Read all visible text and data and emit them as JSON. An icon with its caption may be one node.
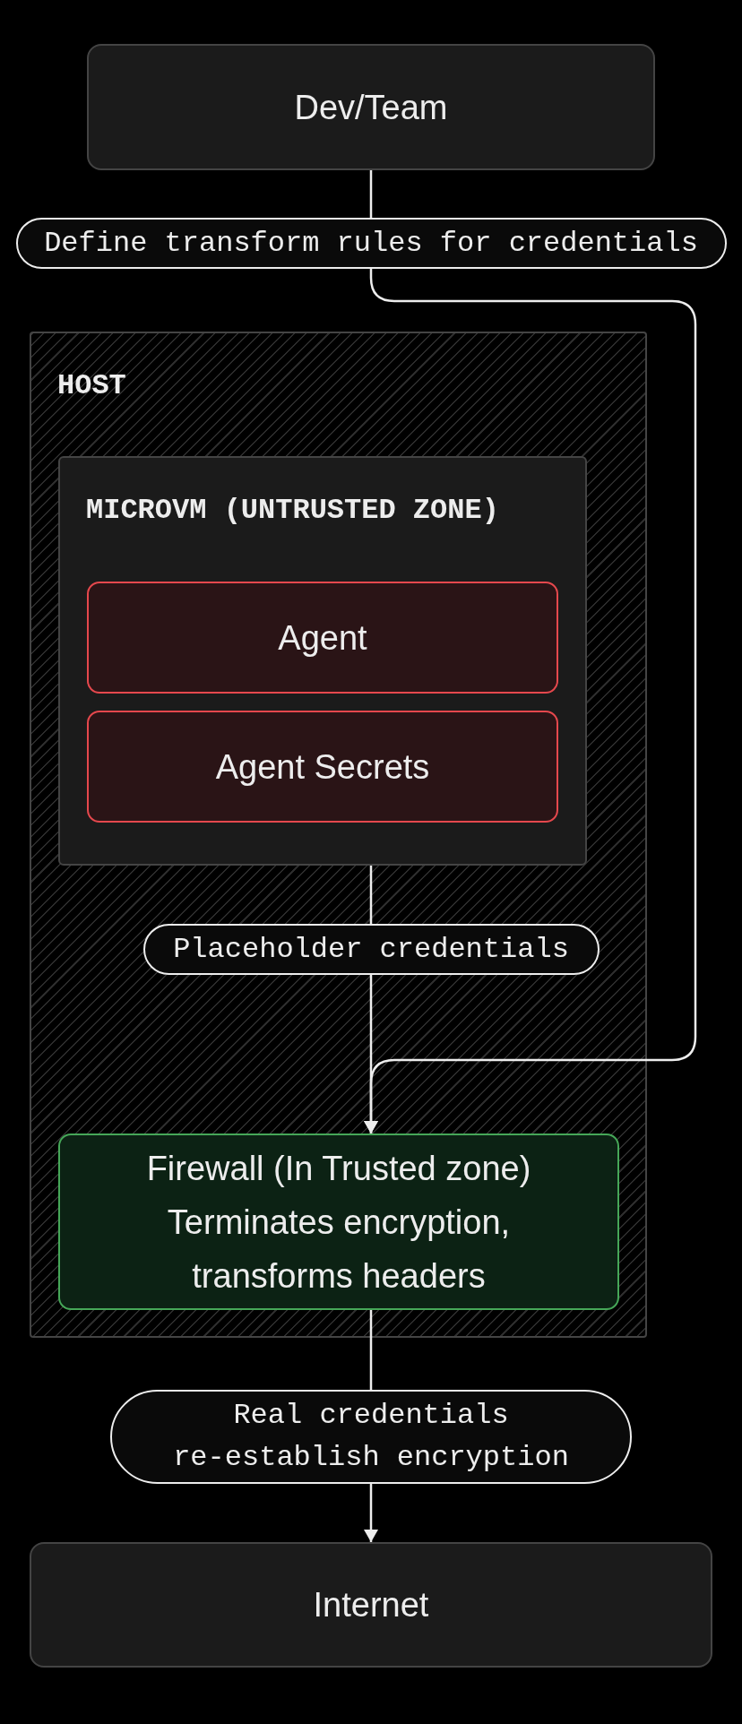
{
  "diagram": {
    "nodes": [
      {
        "text": [
          "Dev/Team"
        ]
      },
      {
        "text": [
          "HOST"
        ]
      },
      {
        "text": [
          "MICROVM (UNTRUSTED ZONE)"
        ],
        "in": 1
      },
      {
        "text": [
          "Agent"
        ],
        "in": 2
      },
      {
        "text": [
          "Agent Secrets"
        ],
        "in": 2
      },
      {
        "text": [
          "Firewall (In Trusted zone)",
          "Terminates encryption, transforms headers"
        ],
        "in": 1
      },
      {
        "text": [
          "Internet"
        ]
      }
    ],
    "edges": [
      {
        "from": 0,
        "to": 5,
        "arrow": "to",
        "label": "Define transform rules for credentials"
      },
      {
        "from": 2,
        "to": 5,
        "arrow": "to",
        "label": "Placeholder credentials"
      },
      {
        "from": 5,
        "to": 6,
        "arrow": "to",
        "label": "Real credentials re-establish encryption"
      }
    ]
  }
}
